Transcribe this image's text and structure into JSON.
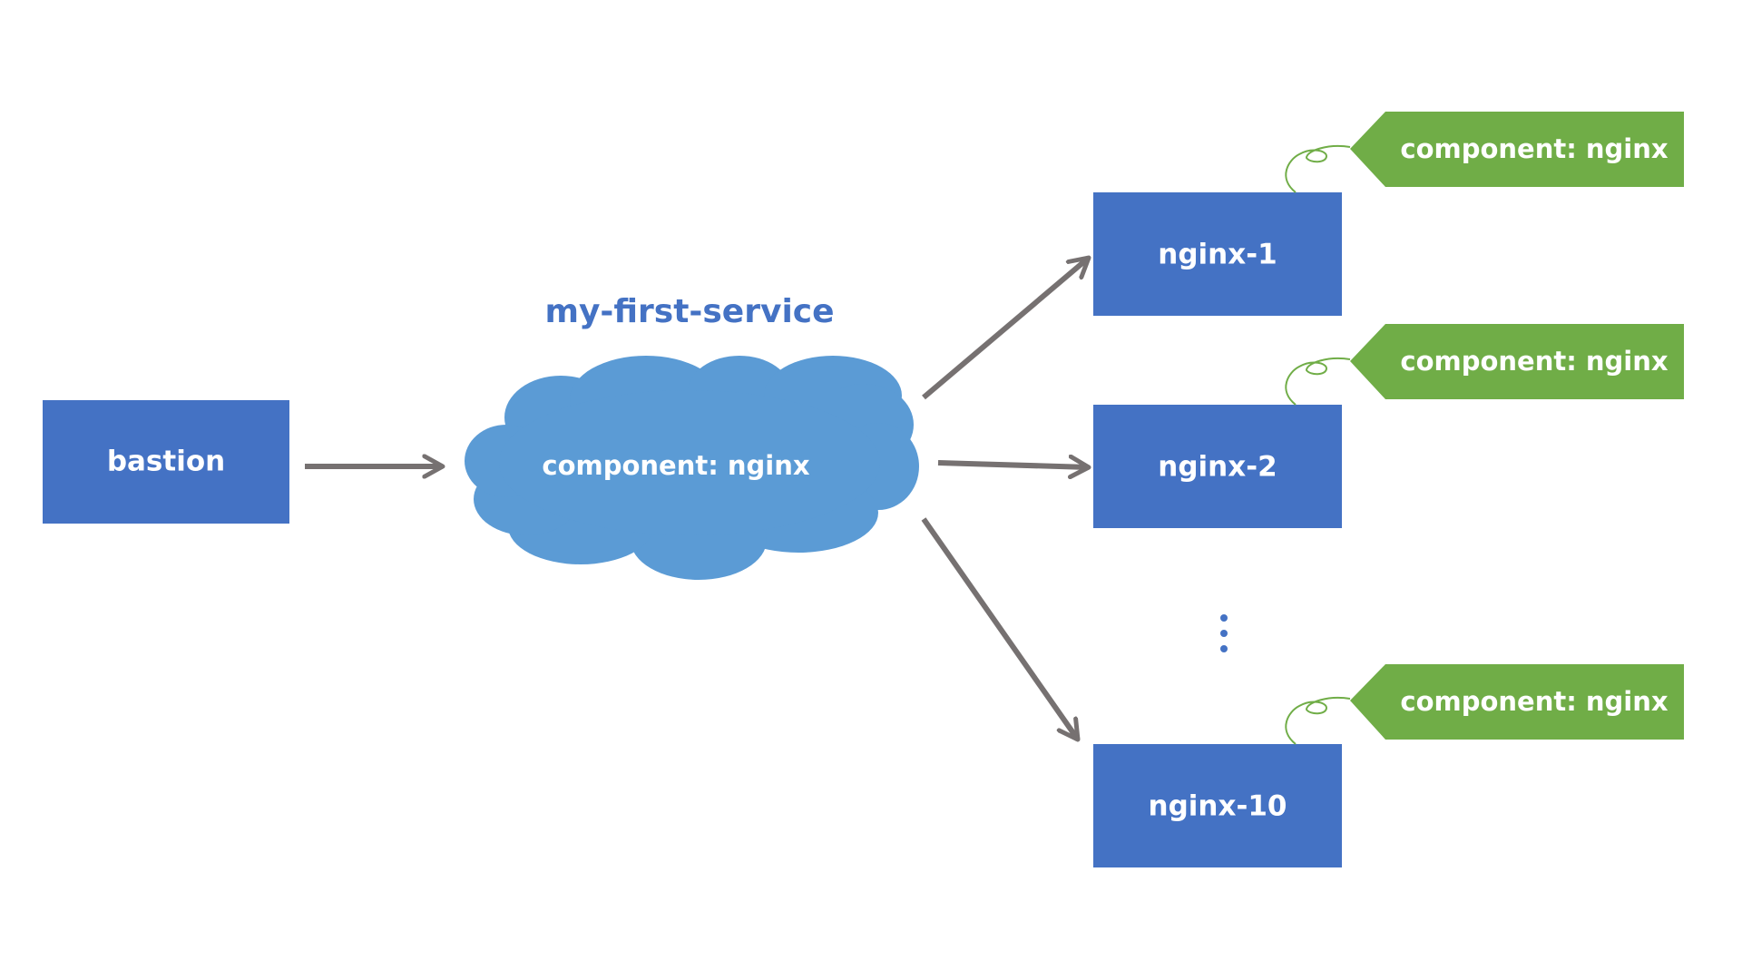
{
  "colors": {
    "box_fill": "#4472c4",
    "cloud_fill": "#5b9bd5",
    "tag_fill": "#70ad47",
    "tag_string": "#70ad47",
    "arrow": "#767171",
    "text": "#ffffff",
    "service_title": "#4472c4",
    "ellipsis": "#4472c4"
  },
  "service": {
    "title": "my-first-service",
    "selector": "component: nginx"
  },
  "bastion": {
    "label": "bastion"
  },
  "pods": [
    {
      "label": "nginx-1",
      "tag": "component: nginx"
    },
    {
      "label": "nginx-2",
      "tag": "component: nginx"
    },
    {
      "label": "nginx-10",
      "tag": "component: nginx"
    }
  ],
  "icons": {
    "ellipsis": "vertical-ellipsis-icon",
    "tag": "price-tag-icon",
    "cloud": "cloud-icon"
  }
}
